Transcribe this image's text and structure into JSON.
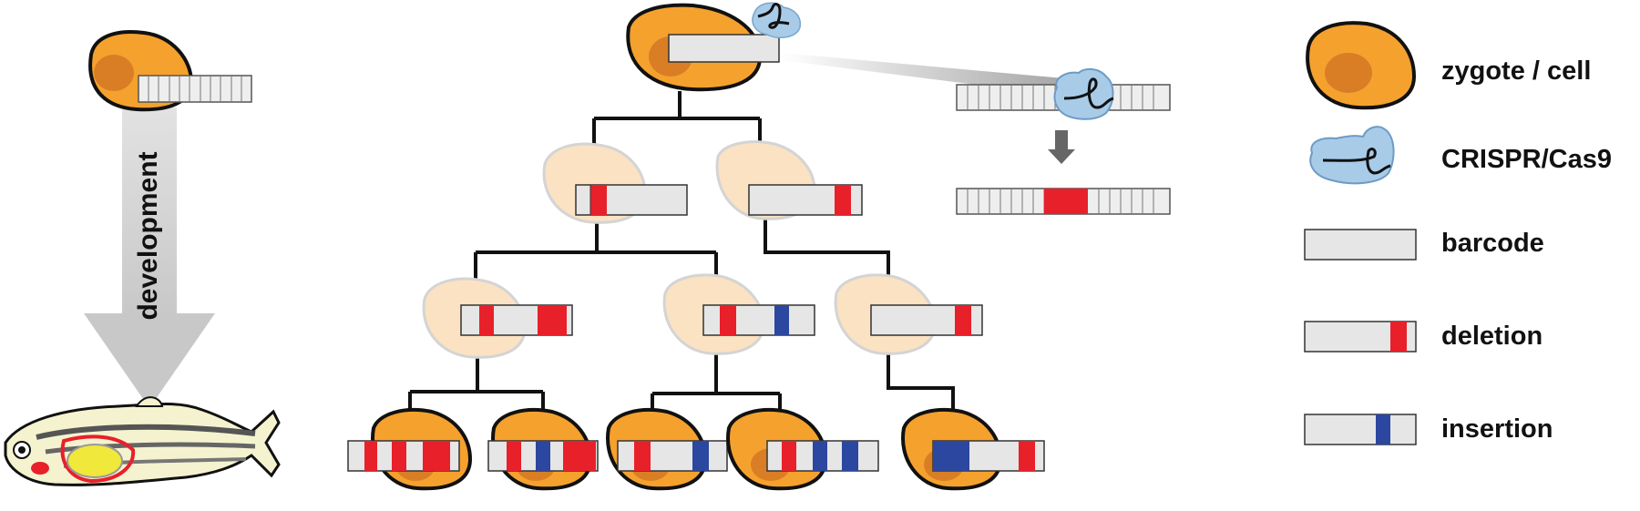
{
  "labels": {
    "development": "development"
  },
  "legend": {
    "items": [
      {
        "key": "zygote",
        "label": "zygote / cell"
      },
      {
        "key": "cas9",
        "label": "CRISPR/Cas9"
      },
      {
        "key": "barcode",
        "label": "barcode"
      },
      {
        "key": "deletion",
        "label": "deletion"
      },
      {
        "key": "insertion",
        "label": "insertion"
      }
    ]
  },
  "colors": {
    "cell_fill": "#f5a12e",
    "cell_nucleus": "#d97e25",
    "cell_faded": "#fbe2c2",
    "cas9_fill": "#a8cbe8",
    "barcode_fill": "#e6e6e6",
    "deletion": "#e8202a",
    "insertion": "#2b47a0",
    "arrow_gray": "#cfcfcf"
  }
}
